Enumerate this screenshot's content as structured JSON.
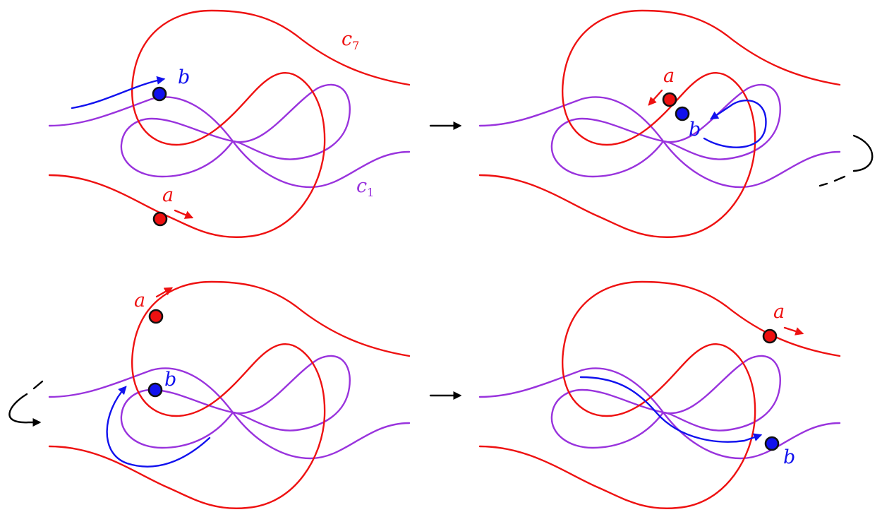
{
  "colors": {
    "red": "#ee1111",
    "purple": "#9933dd",
    "blue": "#1111ee",
    "black": "#000000"
  },
  "labels": {
    "point_a": "a",
    "point_b": "b",
    "curve_red": "c",
    "curve_red_sub": "7",
    "curve_purple": "c",
    "curve_purple_sub": "1"
  },
  "panels": [
    {
      "position": "top-left"
    },
    {
      "position": "top-right"
    },
    {
      "position": "bottom-left"
    },
    {
      "position": "bottom-right"
    }
  ]
}
